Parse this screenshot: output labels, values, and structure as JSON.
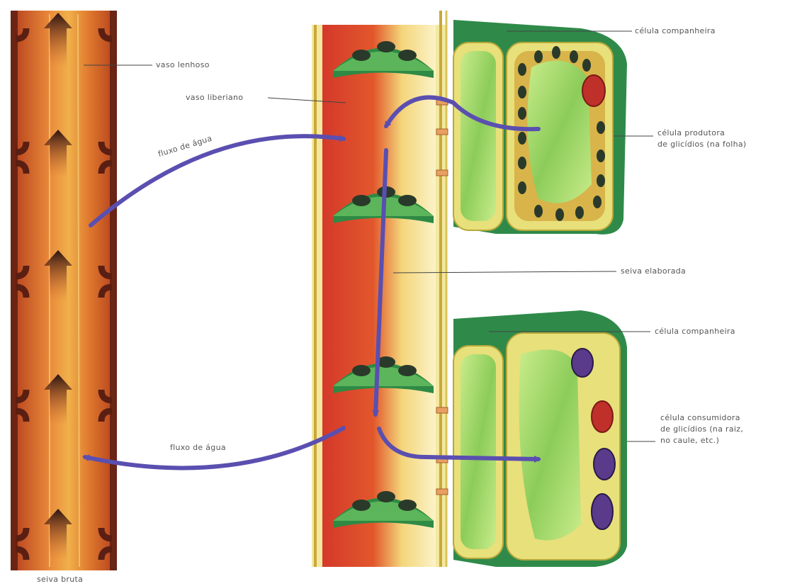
{
  "labels": {
    "vaso_lenhoso": "vaso lenhoso",
    "vaso_liberiano": "vaso liberiano",
    "fluxo_agua_top": "fluxo de água",
    "fluxo_agua_bottom": "fluxo de água",
    "celula_companheira_top": "célula companheira",
    "celula_produtora_line1": "célula produtora",
    "celula_produtora_line2": "de glicídios (na folha)",
    "seiva_elaborada": "seiva elaborada",
    "celula_companheira_bottom": "célula companheira",
    "celula_consumidora_line1": "célula consumidora",
    "celula_consumidora_line2": "de glicídios (na raiz,",
    "celula_consumidora_line3": "no caule, etc.)",
    "seiva_bruta": "seiva bruta"
  },
  "colors": {
    "xylem_orange": "#d9722a",
    "xylem_dark": "#7a2a16",
    "phloem_red": "#d8402a",
    "phloem_yellow": "#f2e07a",
    "sieve_green": "#3f9b4a",
    "cell_green": "#2f8a4a",
    "cell_light": "#a8d86a",
    "arrow_purple": "#5a4fb0",
    "nucleus_red": "#c0302a",
    "nucleus_purple": "#5a3a8a"
  }
}
